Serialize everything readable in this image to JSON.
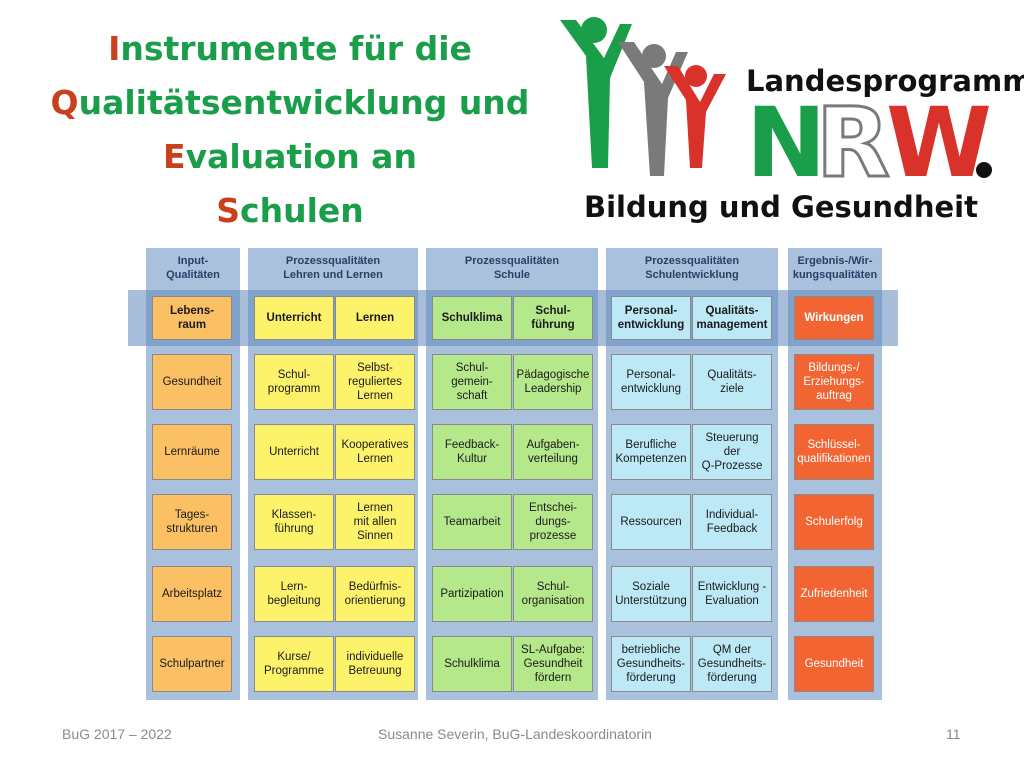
{
  "title": {
    "lines": [
      {
        "initial": "I",
        "rest": "nstrumente für die"
      },
      {
        "initial": "Q",
        "rest": "ualitätsentwicklung und"
      },
      {
        "initial": "E",
        "rest": "valuation an"
      },
      {
        "initial": "S",
        "rest": "chulen"
      }
    ]
  },
  "logo": {
    "line1": "Landesprogramm",
    "line2": "NRW.",
    "line3": "Bildung und Gesundheit"
  },
  "matrix": {
    "columns": [
      {
        "heading": "Input-\nQualitäten",
        "color": "orange",
        "cells": [
          [
            "Lebens-\nraum"
          ],
          [
            "Gesundheit"
          ],
          [
            "Lernräume"
          ],
          [
            "Tages-\nstrukturen"
          ],
          [
            "Arbeitsplatz"
          ],
          [
            "Schulpartner"
          ]
        ]
      },
      {
        "heading": "Prozessqualitäten\nLehren und Lernen",
        "color": "yellow",
        "cells": [
          [
            "Unterricht",
            "Lernen"
          ],
          [
            "Schul-\nprogramm",
            "Selbst-\nreguliertes\nLernen"
          ],
          [
            "Unterricht",
            "Kooperatives\nLernen"
          ],
          [
            "Klassen-\nführung",
            "Lernen\nmit allen\nSinnen"
          ],
          [
            "Lern-\nbegleitung",
            "Bedürfnis-\norientierung"
          ],
          [
            "Kurse/\nProgramme",
            "individuelle\nBetreuung"
          ]
        ]
      },
      {
        "heading": "Prozessqualitäten\nSchule",
        "color": "green",
        "cells": [
          [
            "Schulklima",
            "Schul-\nführung"
          ],
          [
            "Schul-\ngemein-\nschaft",
            "Pädagogische\nLeadership"
          ],
          [
            "Feedback-\nKultur",
            "Aufgaben-\nverteilung"
          ],
          [
            "Teamarbeit",
            "Entschei-\ndungs-\nprozesse"
          ],
          [
            "Partizipation",
            "Schul-\norganisation"
          ],
          [
            "Schulklima",
            "SL-Aufgabe:\nGesundheit\nfördern"
          ]
        ]
      },
      {
        "heading": "Prozessqualitäten\nSchulentwicklung",
        "color": "blue",
        "cells": [
          [
            "Personal-\nentwicklung",
            "Qualitäts-\nmanagement"
          ],
          [
            "Personal-\nentwicklung",
            "Qualitäts-\nziele"
          ],
          [
            "Berufliche\nKompetenzen",
            "Steuerung\nder\nQ-Prozesse"
          ],
          [
            "Ressourcen",
            "Individual-\nFeedback"
          ],
          [
            "Soziale\nUnterstützung",
            "Entwicklung -\nEvaluation"
          ],
          [
            "betriebliche\nGesundheits-\nförderung",
            "QM der\nGesundheits-\nförderung"
          ]
        ]
      },
      {
        "heading": "Ergebnis-/Wir-\nkungsqualitäten",
        "color": "red",
        "cells": [
          [
            "Wirkungen"
          ],
          [
            "Bildungs-/\nErziehungs-\nauftrag"
          ],
          [
            "Schlüssel-\nqualifikationen"
          ],
          [
            "Schulerfolg"
          ],
          [
            "Zufriedenheit"
          ],
          [
            "Gesundheit"
          ]
        ]
      }
    ]
  },
  "footer": {
    "left": "BuG 2017 – 2022",
    "center": "Susanne Severin, BuG-Landeskoordinatorin",
    "right": "11"
  },
  "colors": {
    "title_green": "#1a9e4a",
    "title_initial": "#c8401c",
    "nrw_green": "#1a9e4a",
    "nrw_red": "#d9322b",
    "figure_grey": "#7a7a7a"
  }
}
